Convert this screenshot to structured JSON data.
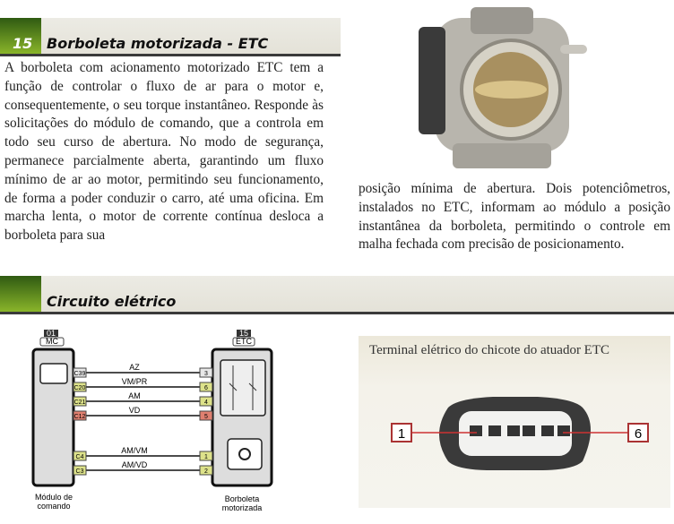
{
  "section1": {
    "number": "15",
    "title": "Borboleta motorizada - ETC"
  },
  "text_left": "A borboleta com acionamento motorizado ETC tem a função de controlar o fluxo de ar para o motor e, consequentemente, o seu torque instantâneo. Responde às solicitações do módulo de comando, que a controla em todo seu curso de abertura. No modo de segurança, permanece parcialmente aberta, garantindo um fluxo mínimo de ar ao motor, permitindo seu funcionamento, de forma a poder conduzir o carro, até uma oficina. Em marcha lenta, o motor de corrente contínua desloca a borboleta para sua",
  "text_right": "posição mínima de abertura. Dois potenciômetros, instalados no ETC, informam ao módulo a posição instantânea da borboleta, permitindo o controle em malha fechada com precisão de posicionamento.",
  "section2": {
    "title": "Circuito elétrico"
  },
  "diagram": {
    "left": {
      "code": "01",
      "tag": "MC",
      "label1": "Módulo de",
      "label2": "comando"
    },
    "right": {
      "code": "15",
      "tag": "ETC",
      "label1": "Borboleta",
      "label2": "motorizada"
    },
    "wires": [
      {
        "from": "C39",
        "to": "3",
        "color_name": "AZ",
        "pin_color": "#e8e8e8"
      },
      {
        "from": "C20",
        "to": "6",
        "color_name": "VM/PR",
        "pin_color": "#dde28a"
      },
      {
        "from": "C21",
        "to": "4",
        "color_name": "AM",
        "pin_color": "#dde28a"
      },
      {
        "from": "C12",
        "to": "5",
        "color_name": "VD",
        "pin_color": "#e08070"
      },
      {
        "from": "C4",
        "to": "1",
        "color_name": "AM/VM",
        "pin_color": "#dde28a"
      },
      {
        "from": "C3",
        "to": "2",
        "color_name": "AM/VD",
        "pin_color": "#dde28a"
      }
    ]
  },
  "terminal": {
    "caption": "Terminal elétrico do chicote do atuador ETC",
    "pin_first": "1",
    "pin_last": "6"
  }
}
